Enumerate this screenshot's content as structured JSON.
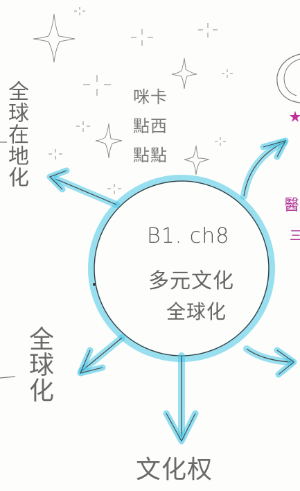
{
  "center": {
    "line1": "B1. ch8",
    "line2": "多元文化",
    "line3": "全球化"
  },
  "branches": {
    "upper_left": "全球在地化",
    "lower_left": "全球化",
    "bottom": "文化权"
  },
  "stars_caption": {
    "line1": "咪卡",
    "line2": "點西",
    "line3": "點點"
  },
  "edge_fragments": {
    "right_mid": "醫",
    "right_low": "三"
  },
  "colors": {
    "circle_ink": "#3a3a3a",
    "circle_halo": "#45c6e8",
    "pencil": "#777777",
    "pink_star": "#c0309b"
  }
}
